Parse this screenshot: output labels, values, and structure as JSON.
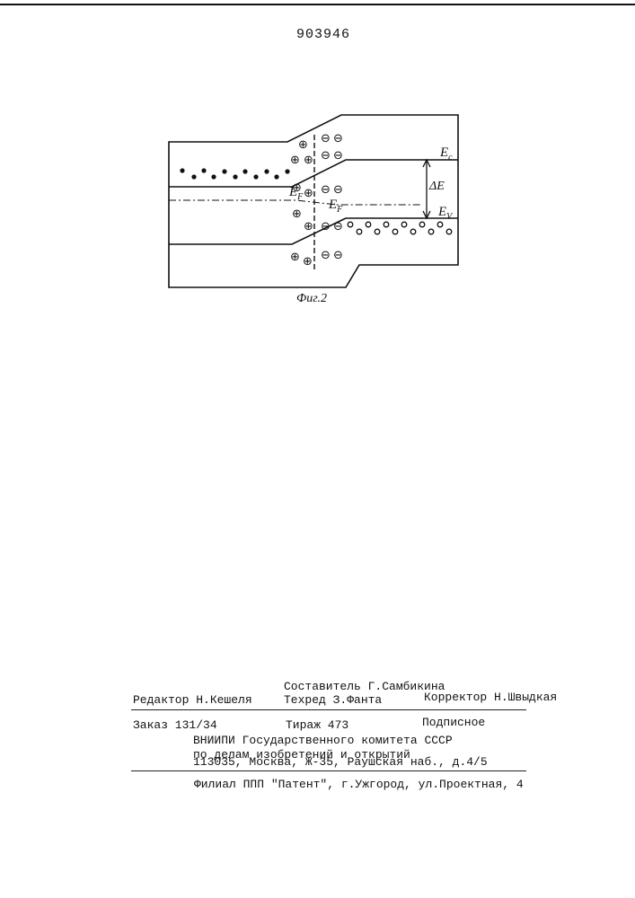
{
  "document": {
    "patent_number": "903946",
    "figure": {
      "caption": "Фиг.2",
      "labels": {
        "conduction_band": "E",
        "conduction_band_sub": "c",
        "valence_band": "E",
        "valence_band_sub": "V",
        "fermi_left": "E",
        "fermi_left_sub": "F",
        "fermi_right": "E",
        "fermi_right_sub": "F",
        "gap": "ΔE"
      }
    },
    "footer": {
      "compiler": "Составитель Г.Самбикина",
      "editor": "Редактор Н.Кешеля",
      "techred": "Техред З.Фанта",
      "corrector": "Корректор Н.Швыдкая",
      "order": "Заказ 131/34",
      "circulation": "Тираж 473",
      "subscription": "Подписное",
      "org_line1": "ВНИИПИ Государственного комитета СССР",
      "org_line2": "по делам изобретений и открытий",
      "address": "113035, Москва, Ж-35, Раушская наб., д.4/5",
      "branch": "Филиал ППП \"Патент\", г.Ужгород, ул.Проектная, 4"
    }
  }
}
